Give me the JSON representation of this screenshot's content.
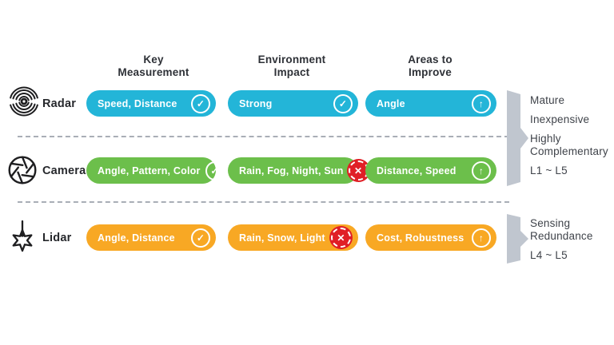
{
  "header": {
    "columns": [
      {
        "line1": "Key",
        "line2": "Measurement"
      },
      {
        "line1": "Environment",
        "line2": "Impact"
      },
      {
        "line1": "Areas to",
        "line2": "Improve"
      }
    ]
  },
  "rows": [
    {
      "label": "Radar",
      "color": "#23b5d8",
      "cells": [
        {
          "text": "Speed, Distance",
          "status": "check"
        },
        {
          "text": "Strong",
          "status": "check"
        },
        {
          "text": "Angle",
          "status": "improve"
        }
      ]
    },
    {
      "label": "Camera",
      "color": "#6cbf4b",
      "cells": [
        {
          "text": "Angle, Pattern, Color",
          "status": "check"
        },
        {
          "text": "Rain, Fog, Night, Sun",
          "status": "fail"
        },
        {
          "text": "Distance, Speed",
          "status": "improve"
        }
      ]
    },
    {
      "label": "Lidar",
      "color": "#f8a824",
      "cells": [
        {
          "text": "Angle, Distance",
          "status": "check"
        },
        {
          "text": "Rain, Snow, Light",
          "status": "fail"
        },
        {
          "text": "Cost, Robustness",
          "status": "improve"
        }
      ]
    }
  ],
  "annotations": [
    {
      "items": [
        "Mature",
        "Inexpensive",
        "Highly Complementary"
      ],
      "level": "L1 ~ L5"
    },
    {
      "items": [
        "Sensing Redundance"
      ],
      "level": "L4 ~ L5"
    }
  ],
  "status_icons": {
    "check": "✓",
    "fail": "✕",
    "improve": "↑"
  },
  "colors": {
    "radar_pill": "#23b5d8",
    "camera_pill": "#6cbf4b",
    "lidar_pill": "#f8a824",
    "fail_badge": "#e01f26",
    "side_arrow": "#c0c6cf"
  }
}
